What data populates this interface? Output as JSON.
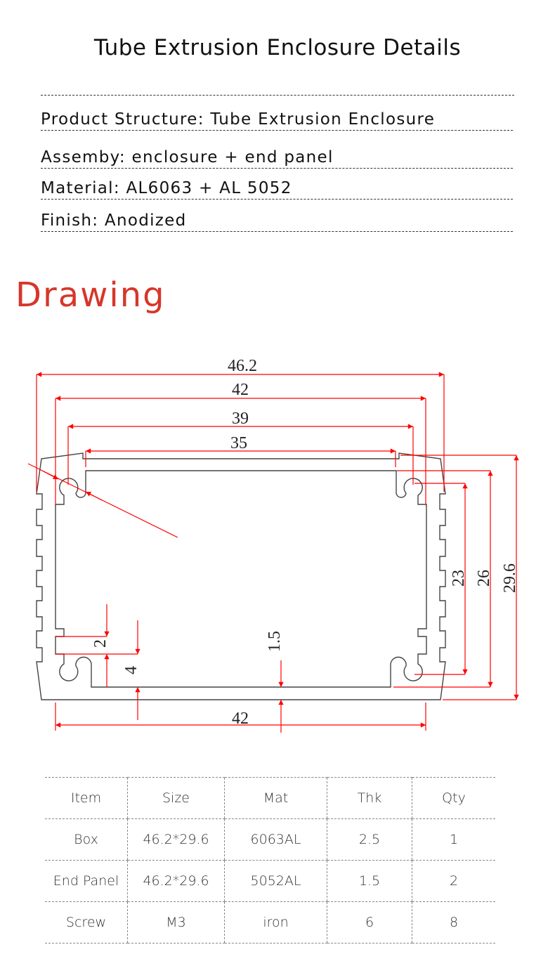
{
  "title": "Tube Extrusion Enclosure Details",
  "specs": [
    "Product Structure: Tube Extrusion Enclosure",
    "Assemby:  enclosure + end panel",
    "Material: AL6063 + AL 5052",
    "Finish: Anodized"
  ],
  "drawing_heading": "Drawing",
  "dimensions": {
    "overall_width": "46.2",
    "width_42_top": "42",
    "width_39": "39",
    "width_35": "35",
    "width_42_bottom": "42",
    "height_23": "23",
    "height_26": "26",
    "height_29_6": "29.6",
    "wall_1_5": "1.5",
    "slot_2": "2",
    "slot_4": "4"
  },
  "colors": {
    "accent": "#d7362a",
    "dimension_line": "#ff0000"
  },
  "table": {
    "headers": [
      "Item",
      "Size",
      "Mat",
      "Thk",
      "Qty"
    ],
    "rows": [
      [
        "Box",
        "46.2*29.6",
        "6063AL",
        "2.5",
        "1"
      ],
      [
        "End Panel",
        "46.2*29.6",
        "5052AL",
        "1.5",
        "2"
      ],
      [
        "Screw",
        "M3",
        "iron",
        "6",
        "8"
      ]
    ]
  }
}
